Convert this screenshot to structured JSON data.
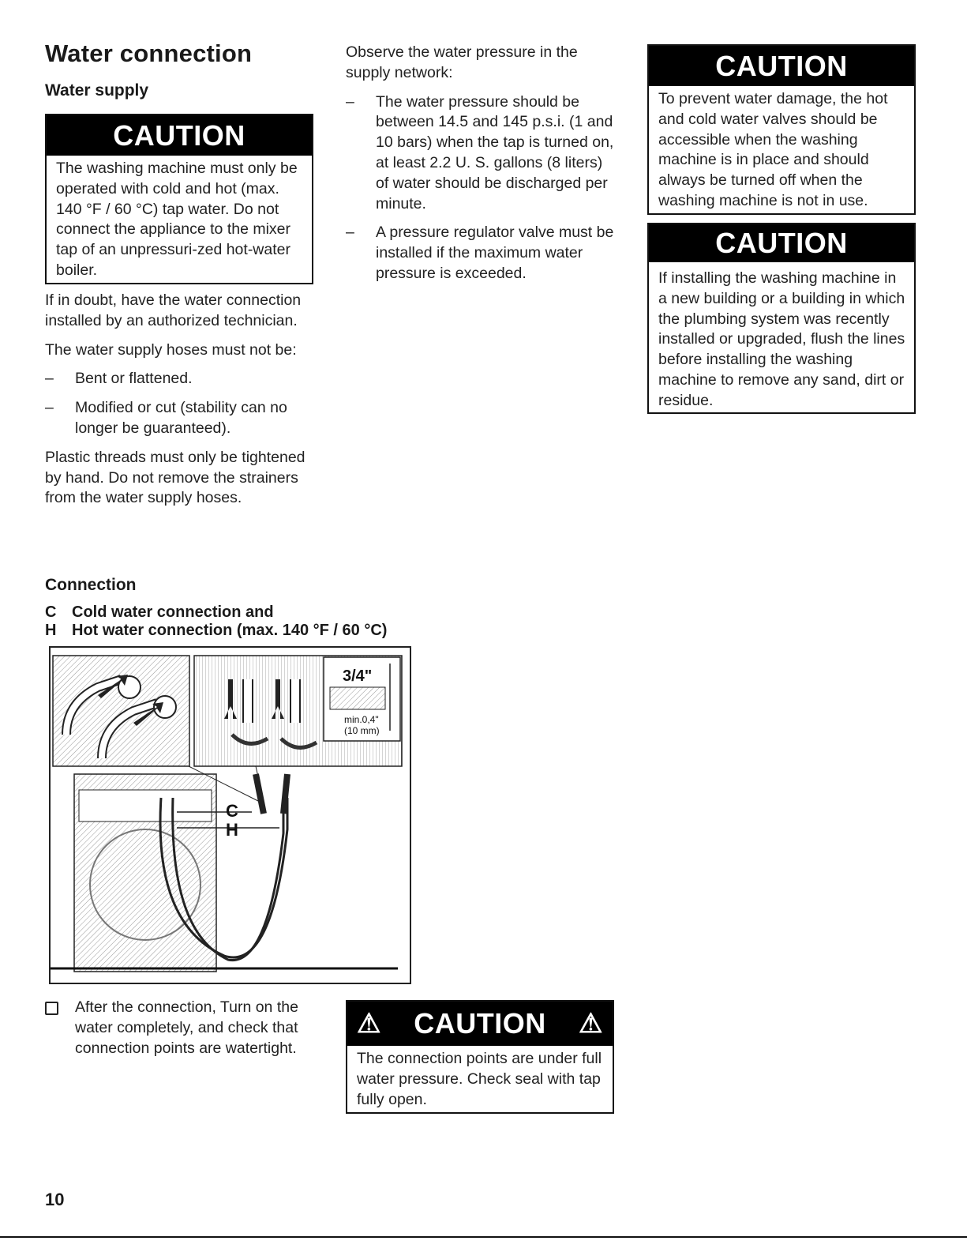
{
  "title": "Water connection",
  "water_supply": {
    "heading": "Water supply",
    "caution": {
      "label": "CAUTION",
      "text": "The washing machine must only be operated with cold and hot (max. 140 °F / 60 °C) tap water. Do not connect the appliance to the mixer tap of an unpressuri-zed hot-water boiler."
    },
    "para1": "If in doubt, have the water connection installed by an authorized technician.",
    "para2": "The water supply hoses must not be:",
    "items": [
      "Bent or flattened.",
      "Modified or cut (stability can no longer be guaranteed)."
    ],
    "para3": "Plastic threads must only be tightened by hand. Do not remove the strainers from the water supply hoses."
  },
  "connection": {
    "heading": "Connection",
    "labels": [
      {
        "letter": "C",
        "text": "Cold water connection and"
      },
      {
        "letter": "H",
        "text": "Hot water connection (max. 140 °F / 60 °C)"
      }
    ],
    "figure": {
      "thread_size": "3/4\"",
      "min_length": "min.0,4\"",
      "min_length_mm": "(10 mm)",
      "label_c": "C",
      "label_h": "H"
    },
    "after": "After the connection, Turn on the water completely, and check that connection points are watertight.",
    "caution": {
      "label": "CAUTION",
      "text": "The connection points are under full water pressure. Check seal with tap fully open."
    }
  },
  "pressure": {
    "intro": "Observe the water pressure in the supply network:",
    "items": [
      "The water pressure should be between 14.5 and 145 p.s.i. (1 and 10 bars) when the tap is turned on, at least 2.2 U. S. gallons (8 liters) of water should be discharged per minute.",
      "A pressure regulator valve must be installed if the maximum water pressure is exceeded."
    ]
  },
  "right_caution_1": {
    "label": "CAUTION",
    "text": "To prevent water damage, the hot and cold water valves should be accessible when the washing machine is in place and should always be turned off when the washing machine is not in use."
  },
  "right_caution_2": {
    "label": "CAUTION",
    "text": "If installing the washing machine in a new building or a building in which the plumbing system was recently installed or upgraded, flush the lines before installing the washing machine to remove any sand, dirt or residue."
  },
  "page_number": "10"
}
